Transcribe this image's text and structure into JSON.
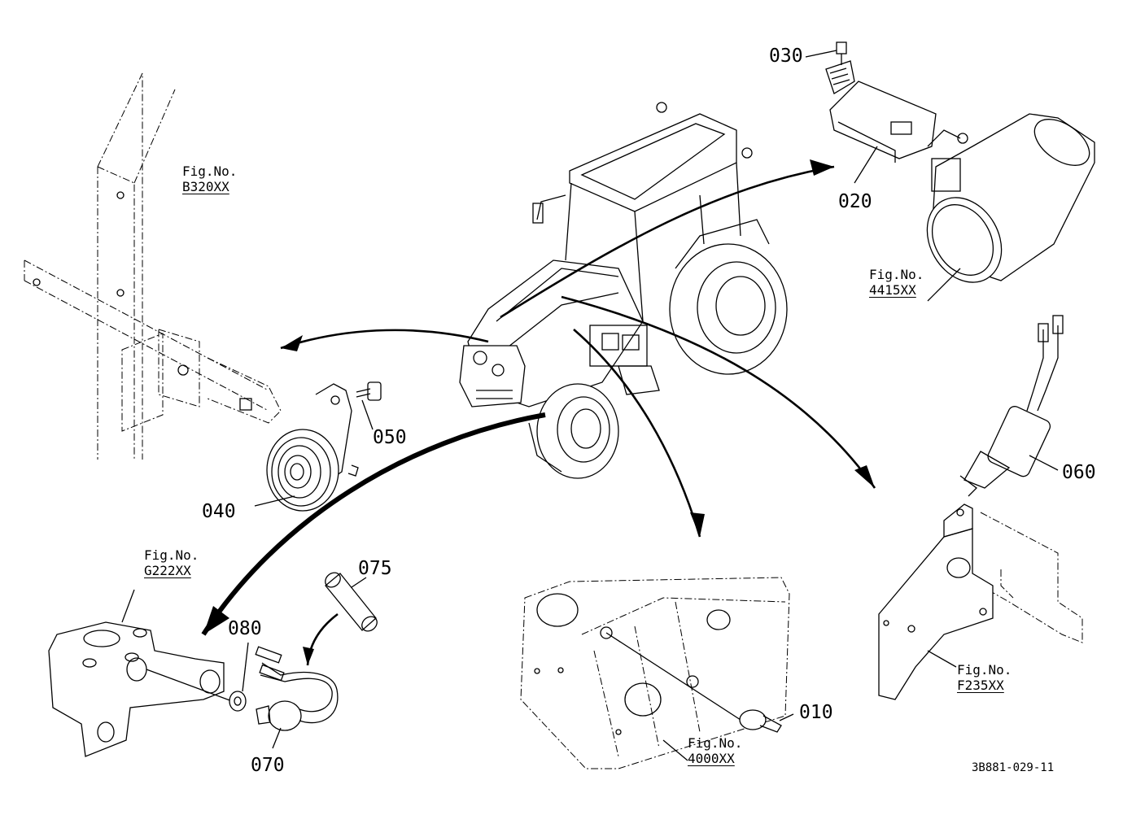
{
  "fig_refs": [
    {
      "id": "b320",
      "label": "Fig.No.",
      "code": "B320XX"
    },
    {
      "id": "4415",
      "label": "Fig.No.",
      "code": "4415XX"
    },
    {
      "id": "g222",
      "label": "Fig.No.",
      "code": "G222XX"
    },
    {
      "id": "4000",
      "label": "Fig.No.",
      "code": "4000XX"
    },
    {
      "id": "f235",
      "label": "Fig.No.",
      "code": "F235XX"
    }
  ],
  "parts": {
    "p010": "010",
    "p020": "020",
    "p030": "030",
    "p040": "040",
    "p050": "050",
    "p060": "060",
    "p070": "070",
    "p075": "075",
    "p080": "080"
  },
  "drawing_ref": "3B881-029-11"
}
